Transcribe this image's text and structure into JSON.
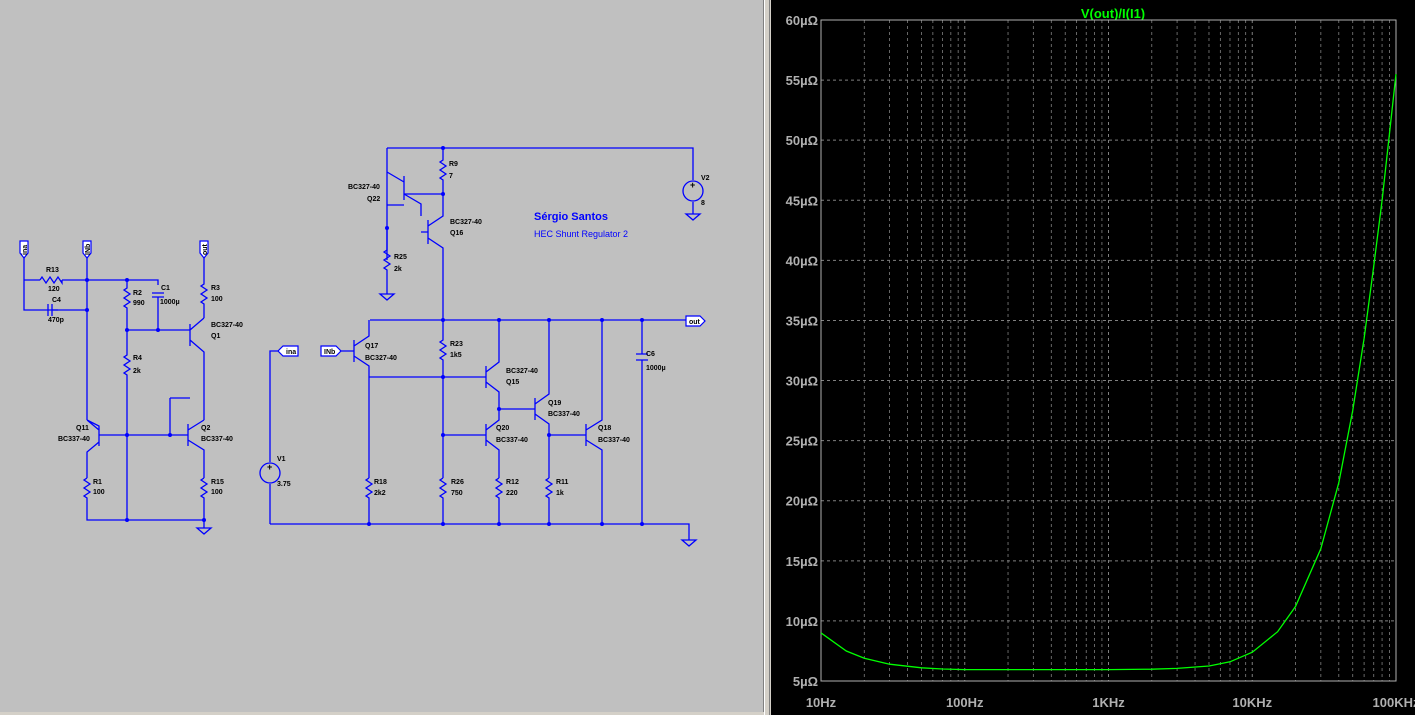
{
  "schematic": {
    "author": "Sérgio Santos",
    "circuit_title": "HEC Shunt Regulator 2",
    "net_labels": {
      "ina": "ina",
      "inb_left": "INb",
      "inb_right": "INb",
      "out_left": "out",
      "out_right": "out",
      "ina_right": "ina"
    },
    "components": {
      "R13": {
        "name": "R13",
        "value": "120"
      },
      "C4": {
        "name": "C4",
        "value": "470p"
      },
      "R2": {
        "name": "R2",
        "value": "990"
      },
      "C1": {
        "name": "C1",
        "value": "1000µ"
      },
      "R3": {
        "name": "R3",
        "value": "100"
      },
      "Q1": {
        "name": "Q1",
        "model": "BC327-40"
      },
      "R4": {
        "name": "R4",
        "value": "2k"
      },
      "Q11": {
        "name": "Q11",
        "model": "BC337-40"
      },
      "Q2": {
        "name": "Q2",
        "model": "BC337-40"
      },
      "R1": {
        "name": "R1",
        "value": "100"
      },
      "R15": {
        "name": "R15",
        "value": "100"
      },
      "R9": {
        "name": "R9",
        "value": "7"
      },
      "Q22": {
        "name": "Q22",
        "model": "BC327-40"
      },
      "Q16": {
        "name": "Q16",
        "model": "BC327-40"
      },
      "R25": {
        "name": "R25",
        "value": "2k"
      },
      "V2": {
        "name": "V2",
        "value": "8"
      },
      "V1": {
        "name": "V1",
        "value": "3.75"
      },
      "Q17": {
        "name": "Q17",
        "model": "BC327-40"
      },
      "R23": {
        "name": "R23",
        "value": "1k5"
      },
      "Q15": {
        "name": "Q15",
        "model": "BC327-40"
      },
      "Q19": {
        "name": "Q19",
        "model": "BC337-40"
      },
      "Q20": {
        "name": "Q20",
        "model": "BC337-40"
      },
      "Q18": {
        "name": "Q18",
        "model": "BC337-40"
      },
      "C6": {
        "name": "C6",
        "value": "1000µ"
      },
      "R18": {
        "name": "R18",
        "value": "2k2"
      },
      "R26": {
        "name": "R26",
        "value": "750"
      },
      "R12": {
        "name": "R12",
        "value": "220"
      },
      "R11": {
        "name": "R11",
        "value": "1k"
      }
    }
  },
  "plot": {
    "trace_label": "V(out)/I(I1)",
    "trace_color": "#00ff00",
    "background": "#000000",
    "grid_color": "#808080",
    "chart_data": {
      "type": "line",
      "title": "V(out)/I(I1)",
      "x_scale": "log",
      "xlim_hz": [
        10,
        100000
      ],
      "x_ticks": [
        "10Hz",
        "100Hz",
        "1KHz",
        "10KHz",
        "100KHz"
      ],
      "ylim_uohm": [
        5,
        60
      ],
      "y_ticks": [
        "60µΩ",
        "55µΩ",
        "50µΩ",
        "45µΩ",
        "40µΩ",
        "35µΩ",
        "30µΩ",
        "25µΩ",
        "20µΩ",
        "15µΩ",
        "10µΩ",
        "5µΩ"
      ],
      "series": [
        {
          "x_hz": [
            10,
            15,
            20,
            30,
            50,
            70,
            100,
            200,
            500,
            1000,
            2000,
            3000,
            5000,
            7000,
            10000,
            15000,
            20000,
            30000,
            40000,
            50000,
            60000,
            70000,
            80000,
            90000,
            100000
          ],
          "y_uohm": [
            9.0,
            7.5,
            6.9,
            6.4,
            6.1,
            6.0,
            5.95,
            5.95,
            5.95,
            5.95,
            5.98,
            6.05,
            6.25,
            6.6,
            7.4,
            9.1,
            11.2,
            16.0,
            21.5,
            27.5,
            33.5,
            39.5,
            45.0,
            50.5,
            55.5
          ]
        }
      ]
    }
  }
}
